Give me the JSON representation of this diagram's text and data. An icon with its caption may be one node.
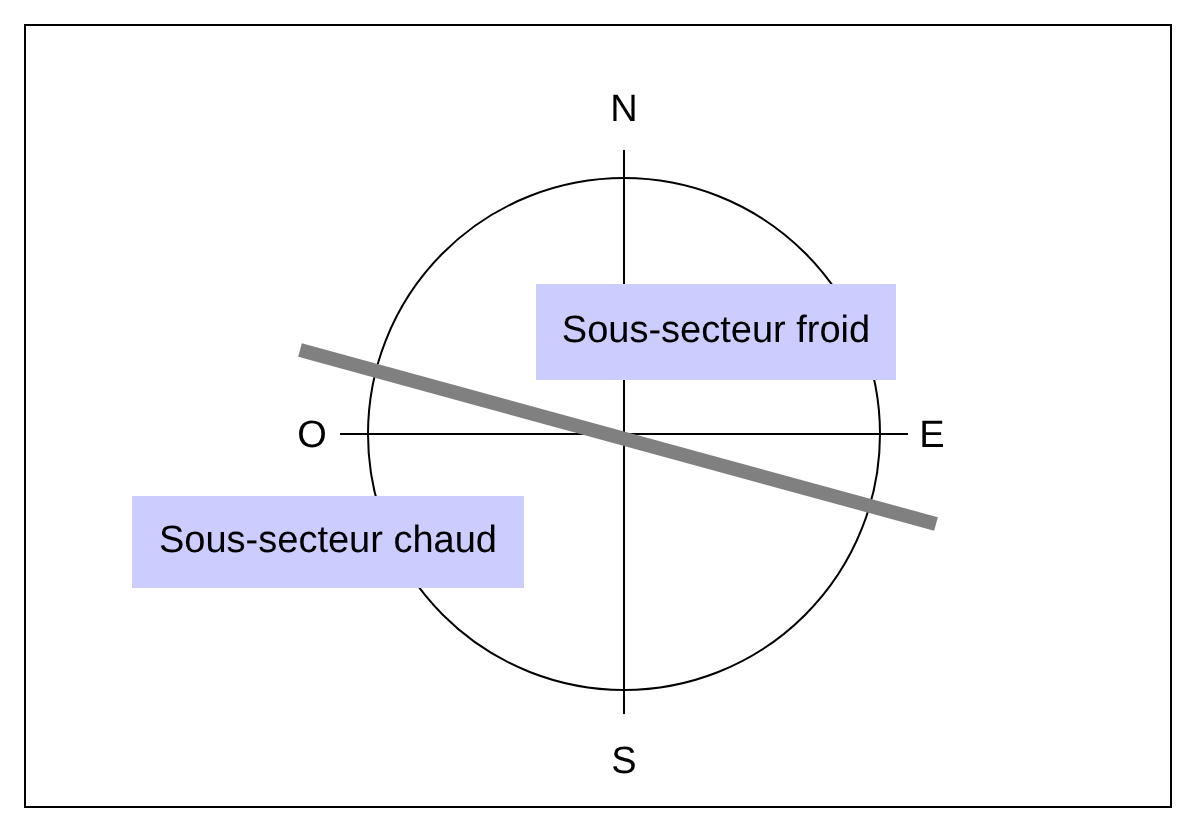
{
  "diagram": {
    "nodes": [
      {
        "text": [
          "Sous-secteur froid"
        ]
      },
      {
        "text": [
          "Sous-secteur chaud"
        ]
      }
    ],
    "labels": [
      "N",
      "O",
      "E",
      "S"
    ]
  }
}
